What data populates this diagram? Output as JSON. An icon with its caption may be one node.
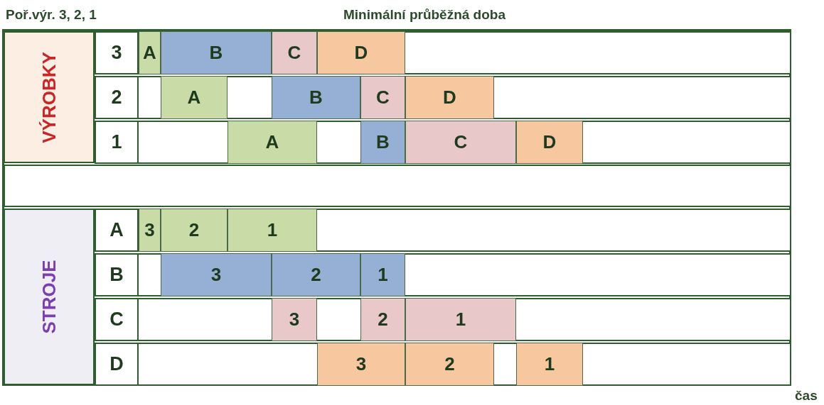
{
  "diagram": {
    "title": "Minimální průběžná doba",
    "nodes": [
      {
        "text": [
          "VÝROBKY"
        ]
      },
      {
        "text": [
          "3"
        ]
      },
      {
        "text": [
          "A"
        ],
        "in": 1
      },
      {
        "text": [
          "B"
        ],
        "in": 1
      },
      {
        "text": [
          "C"
        ],
        "in": 1
      },
      {
        "text": [
          "D"
        ],
        "in": 1
      },
      {
        "text": [
          "2"
        ]
      },
      {
        "text": [
          "A"
        ],
        "in": 6
      },
      {
        "text": [
          "B"
        ],
        "in": 6
      },
      {
        "text": [
          "C"
        ],
        "in": 6
      },
      {
        "text": [
          "D"
        ],
        "in": 6
      },
      {
        "text": [
          "1"
        ]
      },
      {
        "text": [
          "A"
        ],
        "in": 11
      },
      {
        "text": [
          "B"
        ],
        "in": 11
      },
      {
        "text": [
          "C"
        ],
        "in": 11
      },
      {
        "text": [
          "D"
        ],
        "in": 11
      },
      {
        "text": [],
        "shape": "box"
      },
      {
        "text": [
          "STROJE"
        ]
      },
      {
        "text": [
          "A"
        ]
      },
      {
        "text": [
          "3"
        ],
        "in": 18
      },
      {
        "text": [
          "2"
        ],
        "in": 18
      },
      {
        "text": [
          "1"
        ],
        "in": 18
      },
      {
        "text": [
          "B"
        ]
      },
      {
        "text": [
          "3"
        ],
        "in": 22
      },
      {
        "text": [
          "2"
        ],
        "in": 22
      },
      {
        "text": [
          "1"
        ],
        "in": 22
      },
      {
        "text": [
          "C"
        ]
      },
      {
        "text": [
          "3"
        ],
        "in": 26
      },
      {
        "text": [
          "2"
        ],
        "in": 26
      },
      {
        "text": [
          "1"
        ],
        "in": 26
      },
      {
        "text": [
          "D"
        ]
      },
      {
        "text": [
          "3"
        ],
        "in": 30
      },
      {
        "text": [
          "2"
        ],
        "in": 30
      },
      {
        "text": [
          "1"
        ],
        "in": 30
      }
    ],
    "labels": [
      "Poř.výr. 3, 2, 1",
      "čas"
    ]
  }
}
